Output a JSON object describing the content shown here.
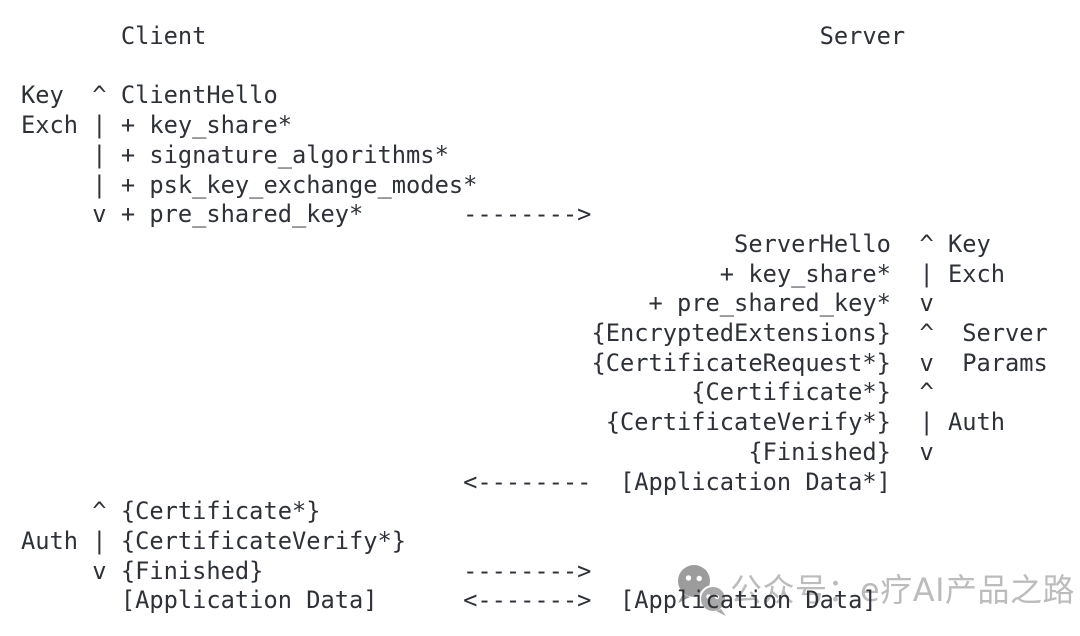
{
  "figure": {
    "header": {
      "client": "Client",
      "server": "Server"
    },
    "lines": [
      "       Client                                           Server",
      "",
      "Key  ^ ClientHello",
      "Exch | + key_share*",
      "     | + signature_algorithms*",
      "     | + psk_key_exchange_modes*",
      "     v + pre_shared_key*       -------->",
      "                                                  ServerHello  ^ Key",
      "                                                 + key_share*  | Exch",
      "                                            + pre_shared_key*  v",
      "                                        {EncryptedExtensions}  ^  Server",
      "                                        {CertificateRequest*}  v  Params",
      "                                               {Certificate*}  ^",
      "                                         {CertificateVerify*}  | Auth",
      "                                                   {Finished}  v",
      "                               <--------  [Application Data*]",
      "     ^ {Certificate*}",
      "Auth | {CertificateVerify*}",
      "     v {Finished}              -------->",
      "       [Application Data]      <------->  [Application Data]"
    ],
    "semantics": {
      "flights": [
        {
          "from": "client",
          "phase": "Key Exch",
          "messages": [
            "ClientHello",
            "+ key_share*",
            "+ signature_algorithms*",
            "+ psk_key_exchange_modes*",
            "+ pre_shared_key*"
          ],
          "arrow": "-------->"
        },
        {
          "from": "server",
          "phases": [
            {
              "label": "Key Exch",
              "messages": [
                "ServerHello",
                "+ key_share*",
                "+ pre_shared_key*"
              ]
            },
            {
              "label": "Server Params",
              "messages": [
                "{EncryptedExtensions}",
                "{CertificateRequest*}"
              ]
            },
            {
              "label": "Auth",
              "messages": [
                "{Certificate*}",
                "{CertificateVerify*}",
                "{Finished}"
              ]
            }
          ],
          "trailing": "[Application Data*]",
          "arrow": "<--------"
        },
        {
          "from": "client",
          "phase": "Auth",
          "messages": [
            "{Certificate*}",
            "{CertificateVerify*}",
            "{Finished}"
          ],
          "arrow": "-------->"
        },
        {
          "from": "both",
          "client_message": "[Application Data]",
          "server_message": "[Application Data]",
          "arrow": "<------->"
        }
      ]
    }
  },
  "watermark": {
    "icon": "wechat-icon",
    "text": "公众号：e疗AI产品之路"
  },
  "colors": {
    "background": "#ffffff",
    "text": "#2e3238",
    "watermark_text": "#bcbcbc",
    "watermark_icon_large": "#9c9c9c",
    "watermark_icon_small": "#a9a9a9"
  }
}
